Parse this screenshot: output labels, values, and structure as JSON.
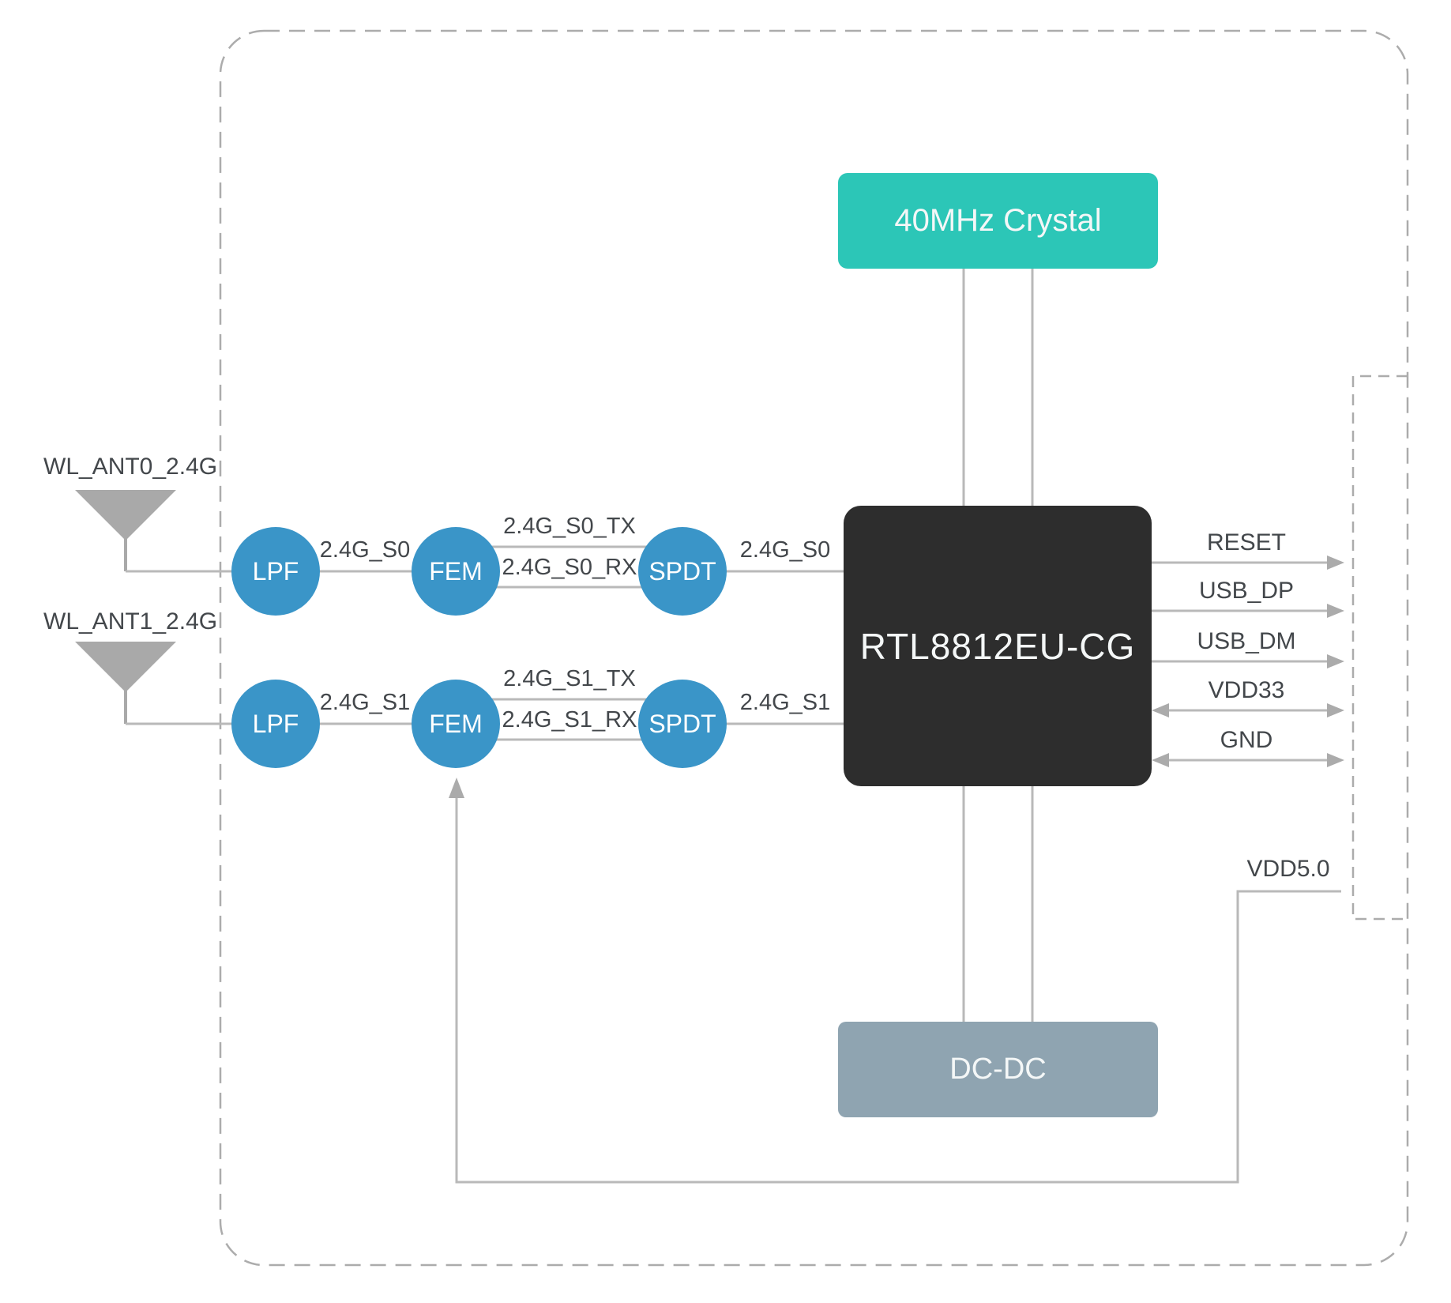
{
  "antennas": [
    {
      "label": "WL_ANT0_2.4G"
    },
    {
      "label": "WL_ANT1_2.4G"
    }
  ],
  "rf_chains": [
    {
      "lpf": "LPF",
      "fem": "FEM",
      "spdt": "SPDT",
      "antenna_net": "2.4G_S0",
      "tx_net": "2.4G_S0_TX",
      "rx_net": "2.4G_S0_RX",
      "chip_net": "2.4G_S0"
    },
    {
      "lpf": "LPF",
      "fem": "FEM",
      "spdt": "SPDT",
      "antenna_net": "2.4G_S1",
      "tx_net": "2.4G_S1_TX",
      "rx_net": "2.4G_S1_RX",
      "chip_net": "2.4G_S1"
    }
  ],
  "chip": {
    "label": "RTL8812EU-CG"
  },
  "crystal": {
    "label": "40MHz Crystal"
  },
  "dcdc": {
    "label": "DC-DC"
  },
  "host_pins": [
    {
      "label": "RESET",
      "direction": "out"
    },
    {
      "label": "USB_DP",
      "direction": "out"
    },
    {
      "label": "USB_DM",
      "direction": "out"
    },
    {
      "label": "VDD33",
      "direction": "bidirectional"
    },
    {
      "label": "GND",
      "direction": "bidirectional"
    }
  ],
  "power": {
    "label": "VDD5.0"
  },
  "colors": {
    "rf_stage_blue": "#3A95C8",
    "crystal_teal": "#2CC6B7",
    "chip_dark": "#2D2D2D",
    "dcdc_gray_blue": "#8FA4B1",
    "wire_gray": "#B9B9B9",
    "dashed_border_gray": "#ACACAC",
    "text_dark": "#43474B"
  }
}
